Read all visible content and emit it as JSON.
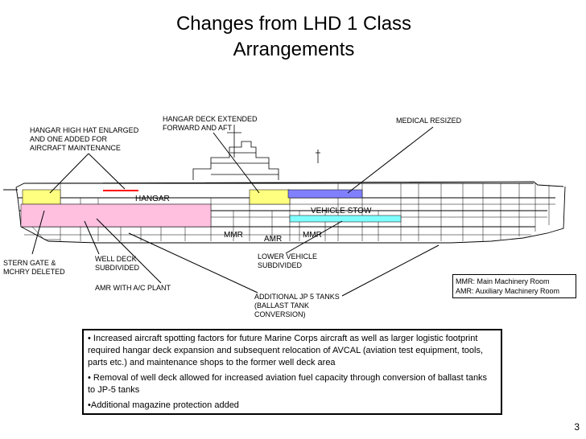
{
  "title_line1": "Changes from LHD 1 Class",
  "title_line2": "Arrangements",
  "callouts": {
    "hangar_high_hat": "HANGAR HIGH HAT ENLARGED\nAND ONE ADDED FOR\nAIRCRAFT MAINTENANCE",
    "hangar_deck": "HANGAR DECK EXTENDED\nFORWARD AND AFT",
    "medical": "MEDICAL RESIZED",
    "stern_gate": "STERN GATE &\nMCHRY DELETED",
    "well_deck": "WELL DECK\nSUBDIVIDED",
    "amr_ac": "AMR WITH A/C PLANT",
    "lower_vehicle": "LOWER VEHICLE\nSUBDIVIDED",
    "jp5": "ADDITIONAL JP 5 TANKS\n(BALLAST TANK\nCONVERSION)"
  },
  "ship_labels": {
    "hangar": "HANGAR",
    "vehicle_stow": "VEHICLE STOW",
    "mmr1": "MMR",
    "amr": "AMR",
    "mmr2": "MMR"
  },
  "legend": {
    "mmr": "MMR: Main Machinery Room",
    "amr": "AMR: Auxiliary Machinery Room"
  },
  "notes": [
    "•  Increased aircraft spotting factors for future Marine Corps aircraft as well as larger logistic footprint required hangar deck expansion and subsequent relocation of AVCAL (aviation test equipment, tools, parts etc.) and maintenance shops to the former well deck area",
    "•  Removal of well deck allowed for increased aviation fuel capacity through conversion of ballast tanks to JP-5 tanks",
    "•Additional magazine protection added"
  ],
  "page_number": "3",
  "colors": {
    "yellow": "#ffff80",
    "pink": "#ffc0e0",
    "blue": "#8080ff",
    "cyan": "#80ffff",
    "red": "#ff0000"
  }
}
